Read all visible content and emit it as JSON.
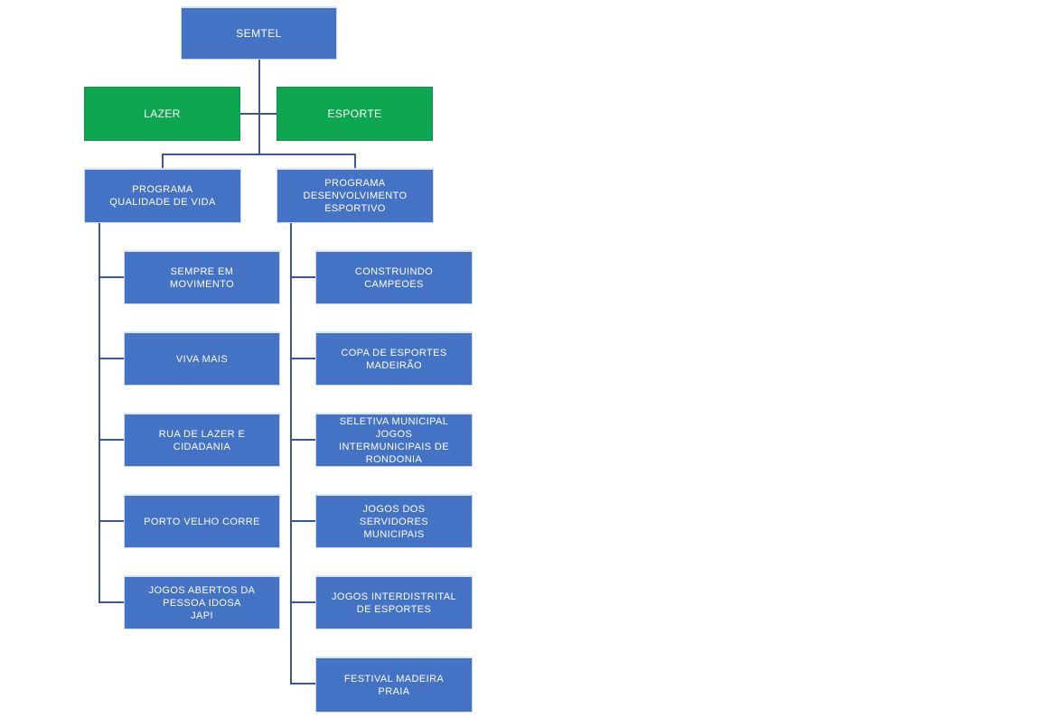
{
  "colors": {
    "box_blue": "#4472C4",
    "box_green": "#0FA651",
    "connector": "#3A5795",
    "text": "#FFFFFF",
    "background": "#FFFFFF"
  },
  "root": {
    "label": "SEMTEL"
  },
  "branches": [
    {
      "label": "LAZER"
    },
    {
      "label": "ESPORTE"
    }
  ],
  "programs": [
    {
      "label": "PROGRAMA\nQUALIDADE DE VIDA",
      "children": [
        {
          "label": "SEMPRE EM\nMOVIMENTO"
        },
        {
          "label": "VIVA MAIS"
        },
        {
          "label": "RUA  DE LAZER E\nCIDADANIA"
        },
        {
          "label": "PORTO VELHO CORRE"
        },
        {
          "label": "JOGOS ABERTOS DA\nPESSOA IDOSA\nJAPI"
        }
      ]
    },
    {
      "label": "PROGRAMA\nDESENVOLVIMENTO\nESPORTIVO",
      "children": [
        {
          "label": "CONSTRUINDO\nCAMPEOES"
        },
        {
          "label": "COPA DE ESPORTES\nMADEIRÃO"
        },
        {
          "label": "SELETIVA MUNICIPAL\nJOGOS\nINTERMUNICIPAIS DE\nRONDONIA"
        },
        {
          "label": "JOGOS DOS\nSERVIDORES\nMUNICIPAIS"
        },
        {
          "label": "JOGOS INTERDISTRITAL\nDE ESPORTES"
        },
        {
          "label": "FESTIVAL MADEIRA\nPRAIA"
        }
      ]
    }
  ]
}
